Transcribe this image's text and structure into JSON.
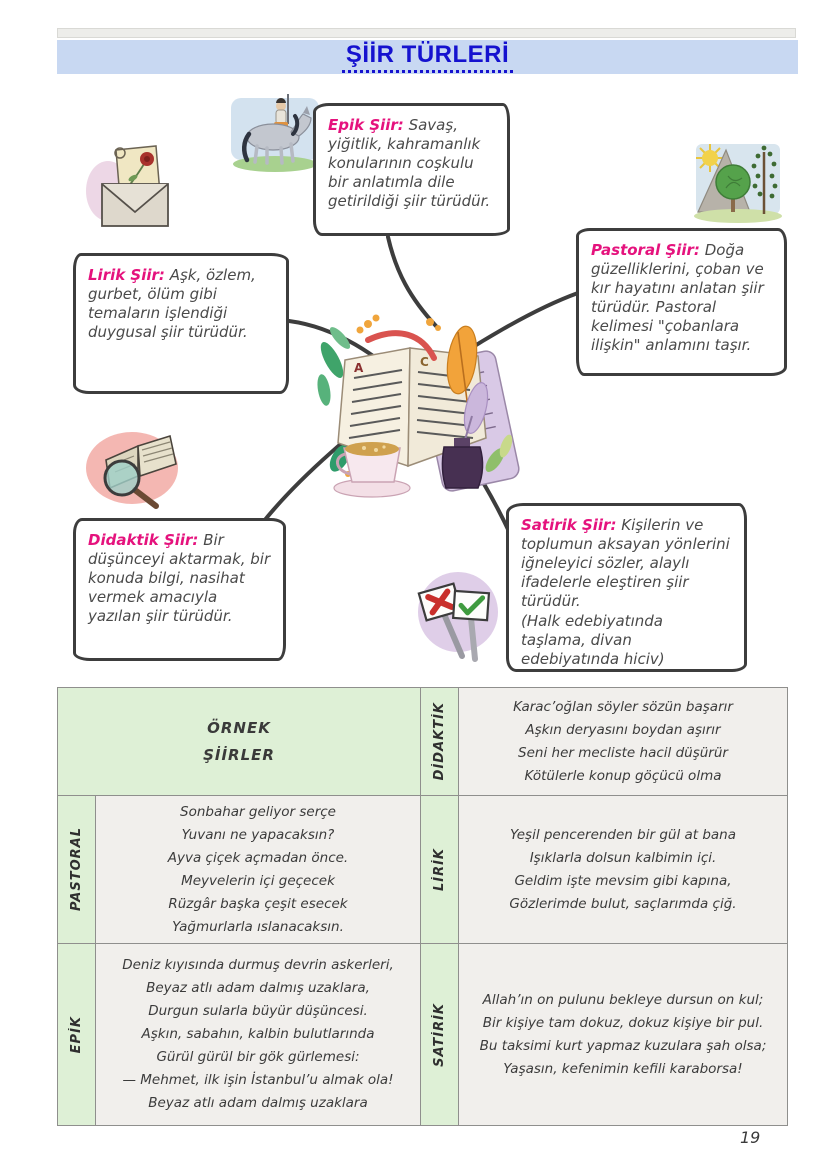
{
  "page": {
    "title": "ŞİİR TÜRLERİ",
    "page_number": "19"
  },
  "colors": {
    "banner_blue": "#c8d8f2",
    "title_blue": "#1512cf",
    "accent_pink": "#e5127d",
    "ink": "#3d3d3d",
    "table_green": "#def0d6",
    "table_gray": "#f1efec"
  },
  "mindmap": {
    "center_icon": "open-book-quill-inkwell-coffee-illustration",
    "nodes": [
      {
        "id": "epik",
        "heading": "Epik Şiir:",
        "body": "Savaş, yiğitlik, kahramanlık konularının coşkulu bir anlatımla dile getirildiği şiir türüdür.",
        "icon": "knight-on-horse"
      },
      {
        "id": "lirik",
        "heading": "Lirik Şiir:",
        "body": "Aşk, özlem, gurbet, ölüm gibi temaların işlendiği duygusal şiir türüdür.",
        "icon": "envelope-with-rose"
      },
      {
        "id": "pastoral",
        "heading": "Pastoral Şiir:",
        "body": "Doğa güzelliklerini, çoban ve kır hayatını anlatan şiir türüdür. Pastoral kelimesi \"çobanlara ilişkin\" anlamını taşır.",
        "icon": "nature-sun-mountain-trees"
      },
      {
        "id": "didaktik",
        "heading": "Didaktik Şiir:",
        "body": "Bir düşünceyi aktarmak, bir konuda bilgi, nasihat vermek amacıyla yazılan şiir türüdür.",
        "icon": "book-with-magnifier"
      },
      {
        "id": "satirik",
        "heading": "Satirik Şiir:",
        "body": "Kişilerin ve toplumun aksayan yönlerini iğneleyici sözler, alaylı ifadelerle eleştiren şiir türüdür.",
        "note": "(Halk edebiyatında taşlama, divan edebiyatında hiciv)",
        "icon": "signs-x-and-check"
      }
    ]
  },
  "table": {
    "header": {
      "line1": "ÖRNEK",
      "line2": "ŞİİRLER"
    },
    "sections": {
      "didaktik": {
        "label": "DİDAKTİK",
        "lines": [
          "Karac’oğlan söyler sözün başarır",
          "Aşkın deryasını boydan aşırır",
          "Seni her mecliste hacil düşürür",
          "Kötülerle konup göçücü olma"
        ]
      },
      "pastoral": {
        "label": "PASTORAL",
        "lines": [
          "Sonbahar geliyor serçe",
          "Yuvanı ne yapacaksın?",
          "Ayva çiçek açmadan önce.",
          "Meyvelerin içi geçecek",
          "Rüzgâr başka çeşit esecek",
          "Yağmurlarla ıslanacaksın."
        ]
      },
      "lirik": {
        "label": "LİRİK",
        "lines": [
          "Yeşil pencerenden bir gül at bana",
          "Işıklarla dolsun kalbimin içi.",
          "Geldim işte mevsim gibi kapına,",
          "Gözlerimde bulut, saçlarımda çiğ."
        ]
      },
      "epik": {
        "label": "EPİK",
        "lines": [
          "Deniz kıyısında durmuş devrin askerleri,",
          "Beyaz atlı adam dalmış uzaklara,",
          "Durgun sularla büyür düşüncesi.",
          "Aşkın, sabahın, kalbin bulutlarında",
          "Gürül gürül bir gök gürlemesi:",
          "— Mehmet, ilk işin İstanbul’u almak ola!",
          "Beyaz atlı adam dalmış uzaklara"
        ]
      },
      "satirik": {
        "label": "SATİRİK",
        "lines": [
          "Allah’ın on pulunu bekleye dursun on kul;",
          "Bir kişiye tam dokuz, dokuz kişiye bir pul.",
          "Bu taksimi kurt yapmaz kuzulara şah olsa;",
          "Yaşasın, kefenimin kefili karaborsa!"
        ]
      }
    }
  }
}
